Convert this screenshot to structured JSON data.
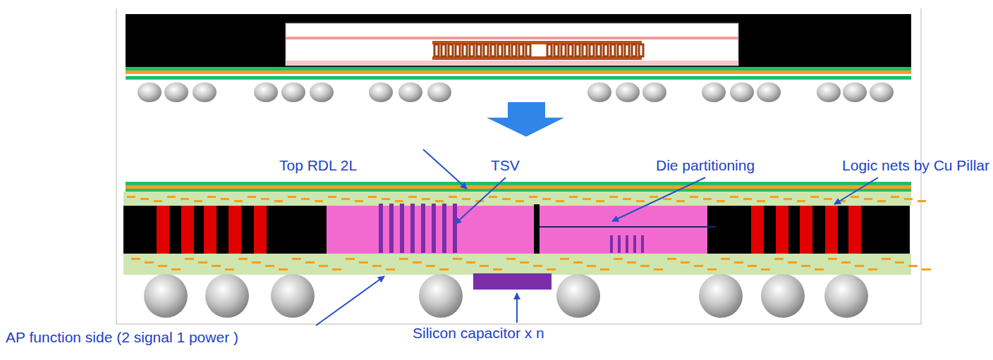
{
  "diagram": {
    "labels": [
      "Top RDL 2L",
      "TSV",
      "Die partitioning",
      "Logic nets by Cu Pillar",
      "AP function side (2 signal 1 power )",
      "Silicon capacitor x n"
    ]
  }
}
